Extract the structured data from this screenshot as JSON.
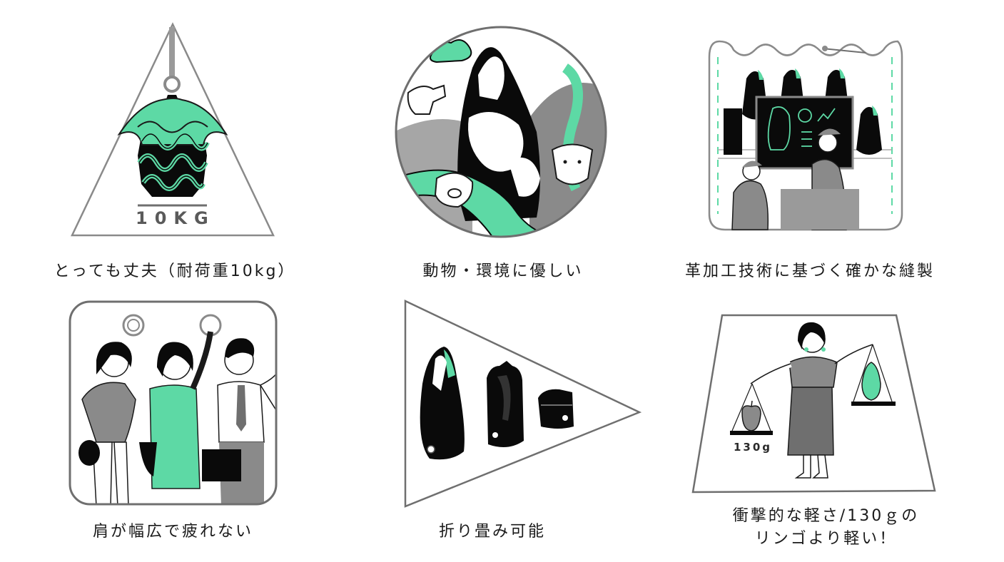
{
  "colors": {
    "accent": "#5dd9a5",
    "dark": "#0a0a0a",
    "gray": "#8a8a8a",
    "midgray": "#a6a6a6",
    "outline": "#6f6f6f"
  },
  "features": [
    {
      "id": "durable",
      "caption_lines": [
        "とっても丈夫（耐荷重10kg）"
      ],
      "badge": "10KG"
    },
    {
      "id": "eco",
      "caption_lines": [
        "動物・環境に優しい"
      ]
    },
    {
      "id": "craft",
      "caption_lines": [
        "革加工技術に基づく確かな縫製"
      ]
    },
    {
      "id": "shoulder",
      "caption_lines": [
        "肩が幅広で疲れない"
      ]
    },
    {
      "id": "foldable",
      "caption_lines": [
        "折り畳み可能"
      ]
    },
    {
      "id": "light",
      "caption_lines": [
        "衝撃的な軽さ/130ｇの",
        "リンゴより軽い！"
      ],
      "badge": "130g"
    }
  ]
}
